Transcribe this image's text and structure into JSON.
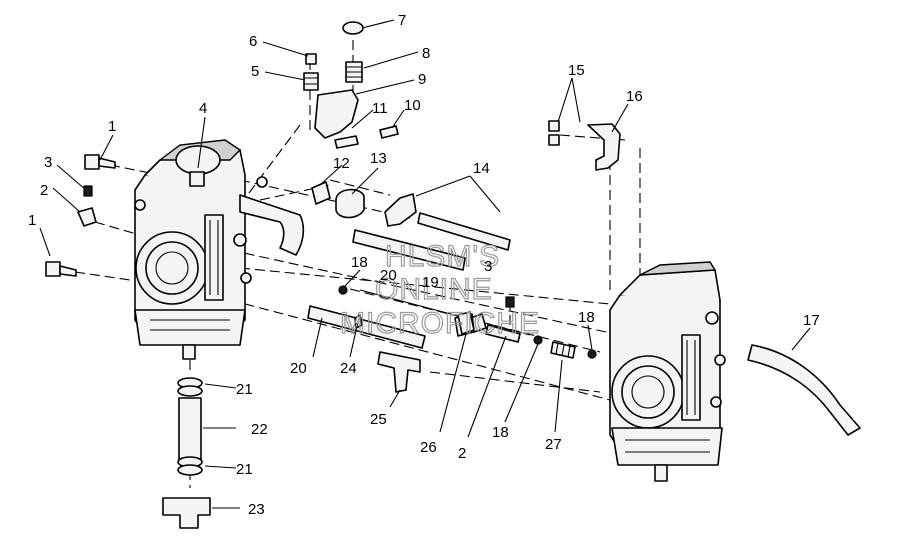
{
  "watermark": [
    "HLSM'S",
    "ONLINE",
    "MICROFICHE"
  ],
  "callouts": [
    "1",
    "1",
    "2",
    "2",
    "3",
    "3",
    "4",
    "5",
    "6",
    "7",
    "8",
    "9",
    "10",
    "11",
    "12",
    "13",
    "14",
    "15",
    "16",
    "17",
    "18",
    "18",
    "18",
    "19",
    "20",
    "20",
    "21",
    "21",
    "22",
    "23",
    "24",
    "25",
    "26",
    "27"
  ]
}
